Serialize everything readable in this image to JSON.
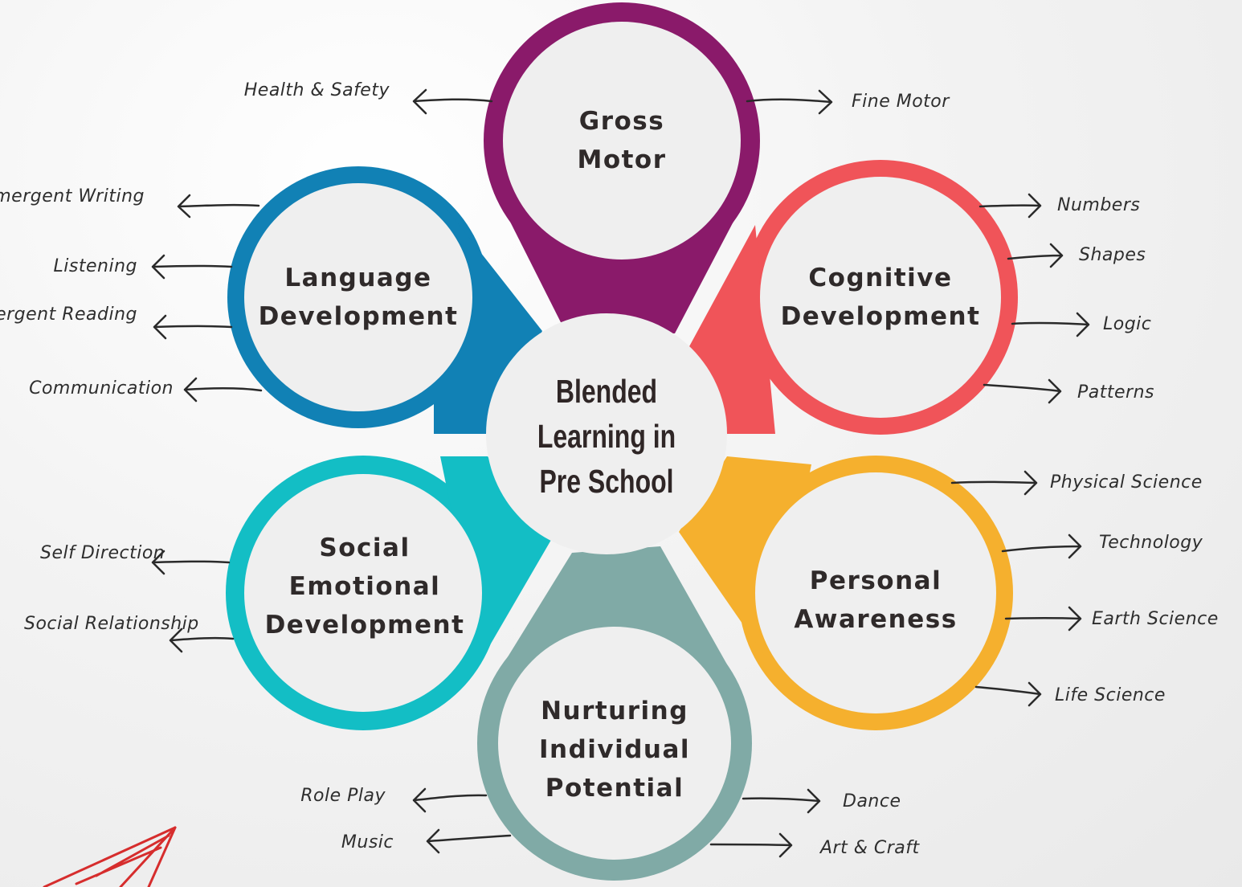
{
  "center": {
    "title": "Blended\nLearning in\nPre School"
  },
  "colors": {
    "gross_motor": "#8a1a6a",
    "cognitive": "#f05459",
    "personal": "#f5b02e",
    "nurturing": "#80aaa6",
    "social": "#13bec5",
    "language": "#1181b5",
    "disc": "#efefef",
    "pencil": "#d62d2d"
  },
  "nodes": {
    "gross_motor": {
      "title": "Gross\nMotor",
      "branches": {
        "health": "Health &\nSafety",
        "fine": "Fine Motor"
      }
    },
    "cognitive": {
      "title": "Cognitive\nDevelopment",
      "branches": {
        "numbers": "Numbers",
        "shapes": "Shapes",
        "logic": "Logic",
        "patterns": "Patterns"
      }
    },
    "personal": {
      "title": "Personal\nAwareness",
      "branches": {
        "physical": "Physical Science",
        "technology": "Technology",
        "earth": "Earth Science",
        "life": "Life Science"
      }
    },
    "nurturing": {
      "title": "Nurturing\nIndividual\nPotential",
      "branches": {
        "role": "Role Play",
        "music": "Music",
        "dance": "Dance",
        "art": "Art & Craft"
      }
    },
    "social": {
      "title": "Social\nEmotional\nDevelopment",
      "branches": {
        "self": "Self\nDirection",
        "relationship": "Social\nRelationship"
      }
    },
    "language": {
      "title": "Language\nDevelopment",
      "branches": {
        "writing": "Emergent\nWriting",
        "listening": "Listening",
        "reading": "Emergent\nReading",
        "communication": "Communication"
      }
    }
  }
}
